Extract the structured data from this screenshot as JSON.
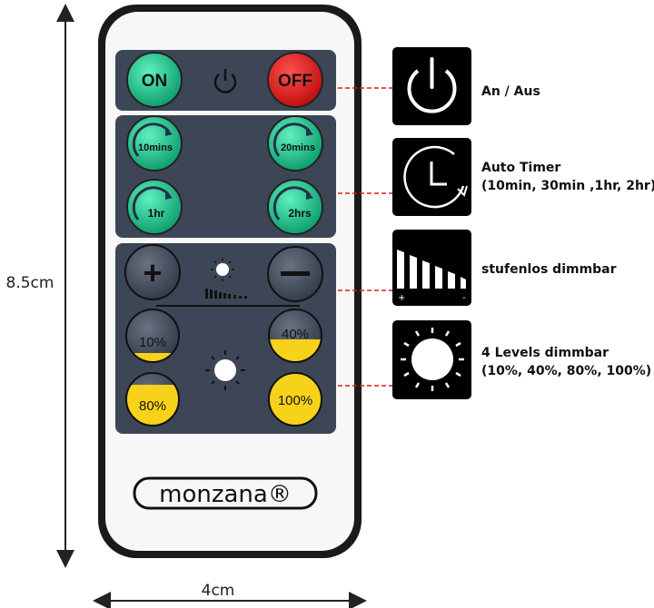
{
  "colors": {
    "panel": "#3d4656",
    "green": "#1fc48f",
    "red": "#e52222",
    "yellow": "#f7d21a",
    "grey_button": "#4a5262",
    "body": "#1a1a1a",
    "leader": "#d02020"
  },
  "remote": {
    "power_row": {
      "on": "ON",
      "off": "OFF",
      "icon": "power-icon"
    },
    "timer_row": {
      "buttons": [
        "10mins",
        "20mins",
        "1hr",
        "2hrs"
      ]
    },
    "dimmer_row": {
      "plus": "+",
      "minus": "−"
    },
    "level_row": {
      "buttons": [
        "10%",
        "40%",
        "80%",
        "100%"
      ],
      "fill_levels": [
        10,
        40,
        80,
        100
      ]
    },
    "brand": "monzana®"
  },
  "features": [
    {
      "icon": "power-icon",
      "line1": "An / Aus",
      "line2": ""
    },
    {
      "icon": "clock-timer-icon",
      "line1": "Auto Timer",
      "line2": "(10min, 30min ,1hr, 2hr)"
    },
    {
      "icon": "dimmer-bars-icon",
      "line1": "stufenlos dimmbar",
      "line2": ""
    },
    {
      "icon": "sun-icon",
      "line1": "4 Levels dimmbar",
      "line2": "(10%, 40%, 80%, 100%)"
    }
  ],
  "dimensions": {
    "height": "8.5cm",
    "width": "4cm"
  }
}
